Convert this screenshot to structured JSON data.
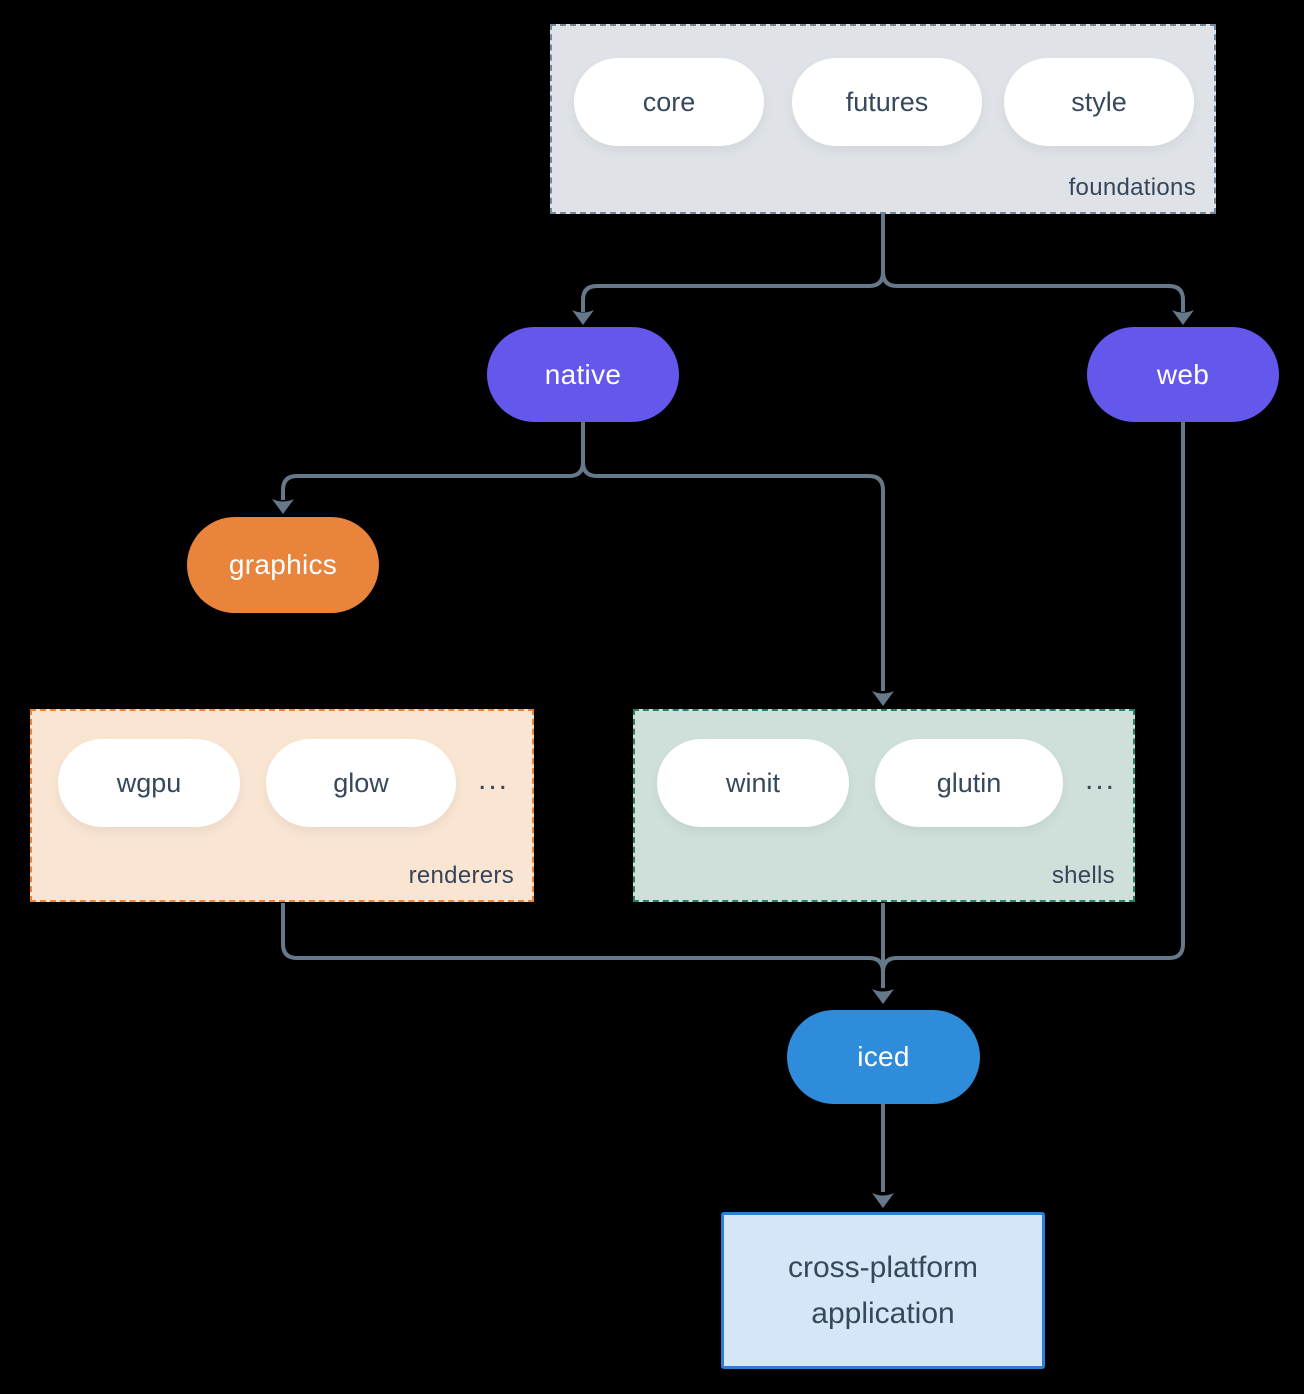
{
  "foundations": {
    "label": "foundations",
    "pills": [
      {
        "label": "core"
      },
      {
        "label": "futures"
      },
      {
        "label": "style"
      }
    ]
  },
  "nodes": {
    "native": {
      "label": "native"
    },
    "web": {
      "label": "web"
    },
    "graphics": {
      "label": "graphics"
    },
    "iced": {
      "label": "iced"
    }
  },
  "renderers": {
    "label": "renderers",
    "pills": [
      {
        "label": "wgpu"
      },
      {
        "label": "glow"
      }
    ],
    "ellipsis": "..."
  },
  "shells": {
    "label": "shells",
    "pills": [
      {
        "label": "winit"
      },
      {
        "label": "glutin"
      }
    ],
    "ellipsis": "..."
  },
  "application": {
    "line1": "cross-platform",
    "line2": "application"
  },
  "colors": {
    "background": "#000000",
    "connector_line": "#66798b",
    "foundations_bg": "#dfe3e7",
    "foundations_border": "#76879a",
    "node_purple": "#6457ec",
    "node_orange": "#e8843c",
    "node_blue": "#2e8cdb",
    "renderers_bg": "#fae5d3",
    "renderers_border": "#e8843c",
    "shells_bg": "#cfe0da",
    "shells_border": "#27806b",
    "application_bg": "#d4e6f7",
    "application_border": "#2e7ed4",
    "text_dark": "#36495c",
    "text_light": "#ffffff"
  }
}
